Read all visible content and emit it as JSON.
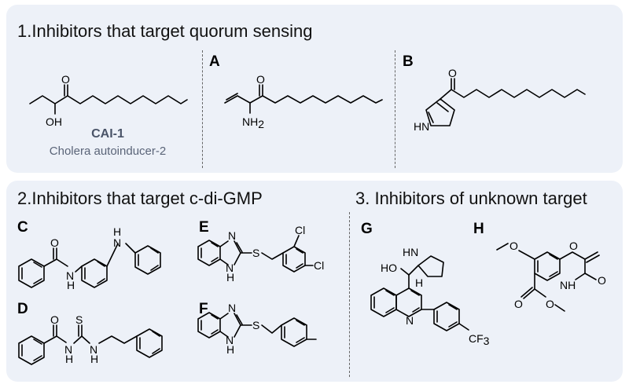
{
  "sections": {
    "quorum_title": "1.Inhibitors that target quorum sensing",
    "cdigmp_title": "2.Inhibitors that target c-di-GMP",
    "unknown_title": "3. Inhibitors of unknown target"
  },
  "compounds": {
    "cai1_label": "CAI-1",
    "cai1_subtitle": "Cholera autoinducer-2",
    "letters": {
      "A": "A",
      "B": "B",
      "C": "C",
      "D": "D",
      "E": "E",
      "F": "F",
      "G": "G",
      "H": "H"
    }
  },
  "atoms": {
    "O": "O",
    "OH": "OH",
    "NH": "NH",
    "N": "N",
    "H": "H",
    "S": "S",
    "Cl": "Cl",
    "HO": "HO",
    "HN": "HN",
    "CF": "CF",
    "three": "3",
    "two": "2"
  },
  "colors": {
    "panel_bg": "#edf1f8",
    "cai1_label": "#4a5468",
    "cai1_subtitle": "#5a6478"
  }
}
